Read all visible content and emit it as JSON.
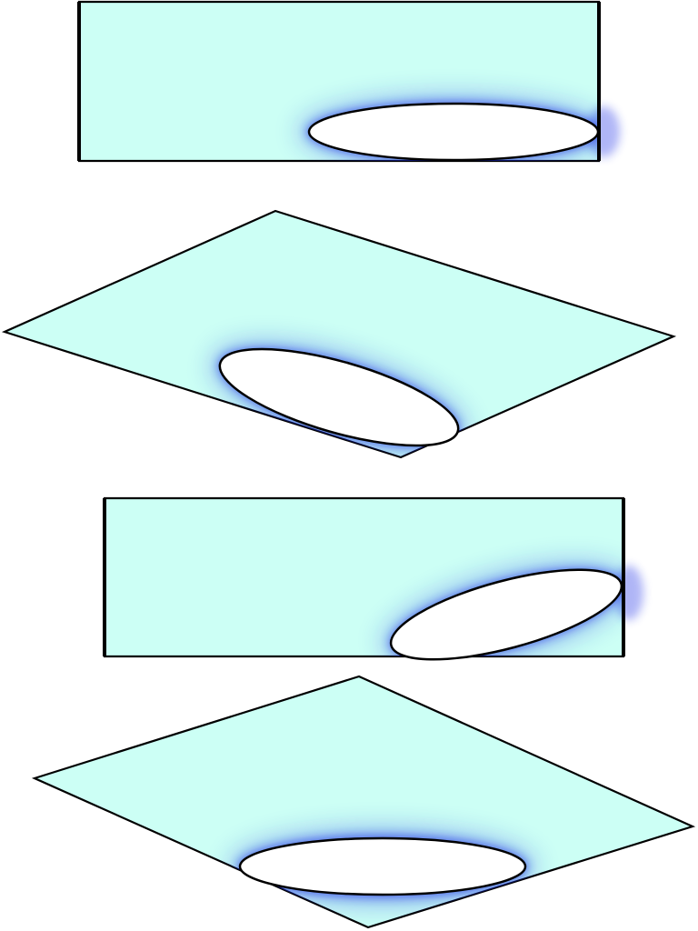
{
  "colors": {
    "background": "#ffffff",
    "plane_fill": "#ccfff5",
    "plane_stroke": "#000000",
    "hole_fill": "#ffffff",
    "hole_stroke": "#000000",
    "glow": "#1a2ee6"
  },
  "figures": [
    {
      "name": "panel-1-rectangle",
      "shape": "rectangle",
      "hole": "ellipse"
    },
    {
      "name": "panel-2-parallelogram",
      "shape": "parallelogram",
      "hole": "tilted-ellipse"
    },
    {
      "name": "panel-3-rectangle",
      "shape": "rectangle",
      "hole": "tilted-ellipse"
    },
    {
      "name": "panel-4-parallelogram",
      "shape": "parallelogram",
      "hole": "ellipse"
    }
  ]
}
